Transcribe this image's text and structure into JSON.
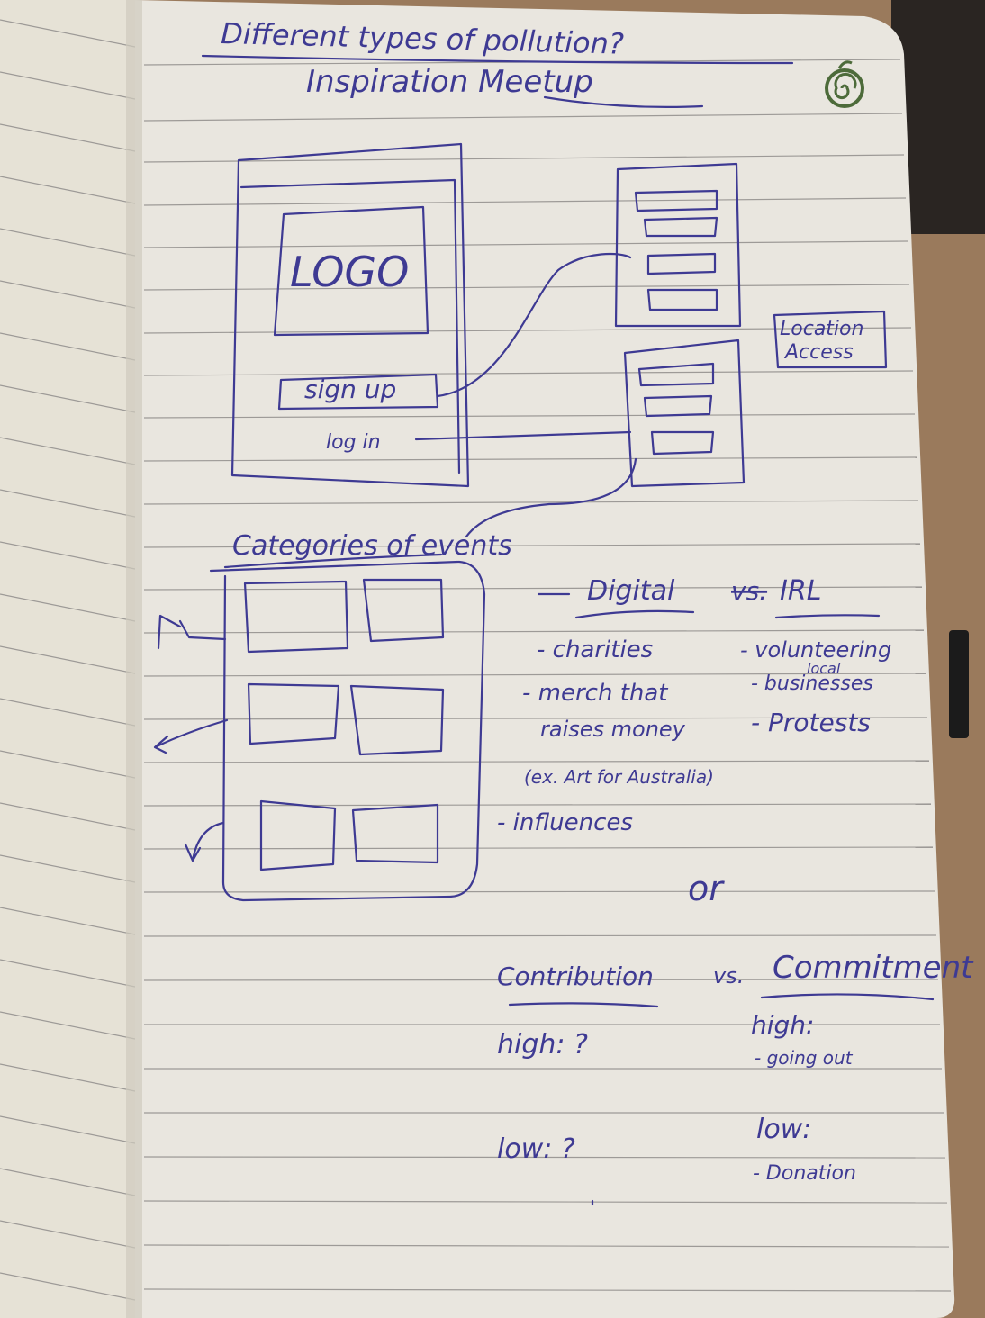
{
  "title": "Different types of pollution?",
  "app_name": "Inspiration Meetup",
  "logo_icon": "apple-spiral-icon",
  "wireframe": {
    "logo": "LOGO",
    "sign_up": "sign up",
    "log_in": "log in",
    "location_access": [
      "Location",
      "Access"
    ]
  },
  "categories_heading": "Categories of events",
  "types": {
    "digital": "Digital",
    "vs": "vs.",
    "irl": "IRL"
  },
  "digital_items": [
    "- charities",
    "- merch that",
    "raises money",
    "(ex. Art for Australia)",
    "- influences"
  ],
  "irl_items": [
    "- volunteering",
    "local",
    "- businesses",
    "- Protests"
  ],
  "or": "or",
  "contribution": "Contribution",
  "commitment_vs": "vs.",
  "commitment": "Commitment",
  "contribution_high": "high: ?",
  "contribution_low": "low: ?",
  "commitment_high": "high:",
  "commitment_high_item": "- going out",
  "commitment_low": "low:",
  "commitment_low_item": "- Donation",
  "colors": {
    "ink": "#3e3a93",
    "paper": "#e9e6df",
    "desk": "#9a7a5c",
    "logo_green": "#4d6b3a"
  }
}
